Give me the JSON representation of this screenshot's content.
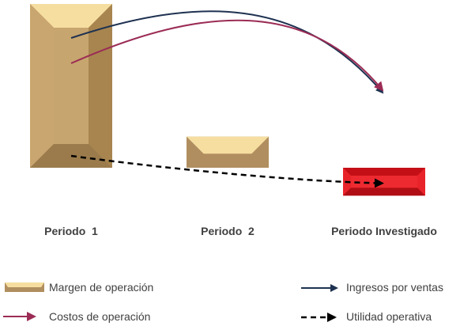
{
  "chart_data": {
    "type": "bar",
    "categories": [
      "Periodo  1",
      "Periodo  2",
      "Periodo Investigado"
    ],
    "series": [
      {
        "name": "Margen de operación",
        "values": [
          100,
          19,
          -17
        ]
      }
    ],
    "trend_arrows": [
      {
        "name": "Ingresos por ventas",
        "from": "Periodo  1",
        "to": "Periodo Investigado",
        "style": "solid"
      },
      {
        "name": "Costos de operación",
        "from": "Periodo  1",
        "to": "Periodo Investigado",
        "style": "solid"
      },
      {
        "name": "Utilidad operativa",
        "from": "Periodo  1",
        "to": "Periodo Investigado",
        "style": "dashed"
      }
    ],
    "ylim": [
      -17,
      100
    ],
    "grid": false,
    "legend": "bottom",
    "colors": {
      "bar_positive": "#b08e5f",
      "bar_positive_light": "#f5dea0",
      "bar_negative": "#e8232a",
      "ingresos": "#1f3251",
      "costos": "#9b2c55",
      "utilidad": "#000000",
      "label_text": "#404040"
    }
  },
  "legend": {
    "margen": "Margen de operación",
    "costos": "Costos de operación",
    "ingresos": "Ingresos por ventas",
    "utilidad": "Utilidad operativa"
  }
}
